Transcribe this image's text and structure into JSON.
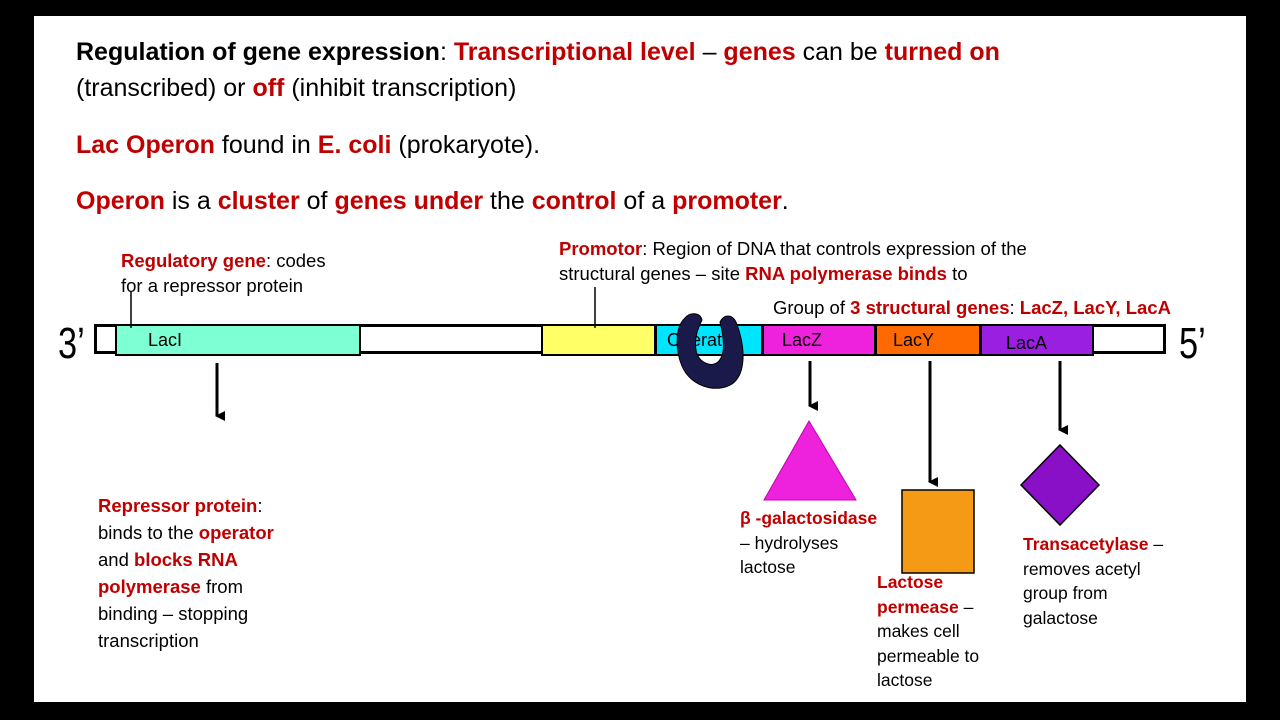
{
  "heading": {
    "line1_a": "Regulation of gene expression",
    "line1_b": ": ",
    "line1_c": "Transcriptional level",
    "line1_d": " – ",
    "line1_e": "genes",
    "line1_f": " can be ",
    "line1_g": "turned on",
    "line2_a": "(transcribed) or ",
    "line2_b": "off",
    "line2_c": " (inhibit transcription)"
  },
  "lac_line": {
    "a": "Lac Operon",
    "b": " found in ",
    "c": "E. coli",
    "d": " (prokaryote)."
  },
  "operon_line": {
    "a": "Operon",
    "b": " is a ",
    "c": "cluster",
    "d": " of ",
    "e": "genes under",
    "f": " the ",
    "g": "control",
    "h": " of a ",
    "i": "promoter",
    "j": "."
  },
  "regulatory": {
    "title": "Regulatory gene",
    "rest1": ": codes",
    "line2": "for a repressor protein"
  },
  "promotor": {
    "title": "Promotor",
    "rest1": ": Region of DNA that controls expression of the",
    "line2_a": "structural genes – site ",
    "line2_b": "RNA polymerase binds",
    "line2_c": " to"
  },
  "structural": {
    "a": "Group of ",
    "b": "3 structural genes",
    "c": ": ",
    "d": "LacZ, LacY,  LacA"
  },
  "dna": {
    "left_end": "3’",
    "right_end": "5’",
    "segments": {
      "laci": "LacI",
      "operator": "Operator",
      "lacz": "LacZ",
      "lacy": "LacY",
      "laca": "LacA"
    }
  },
  "repressor": {
    "title": "Repressor protein",
    "t1": ":",
    "l2_a": "binds to the ",
    "l2_b": "operator",
    "l3_a": "and ",
    "l3_b": "blocks RNA",
    "l4_a": "polymerase",
    "l4_b": " from",
    "l5": "binding – stopping",
    "l6": "transcription"
  },
  "galactosidase": {
    "title": "β -galactosidase",
    "l2": "– hydrolyses",
    "l3": "lactose"
  },
  "permease": {
    "title1": "Lactose",
    "title2": "permease",
    "dash": " –",
    "l3": "makes cell",
    "l4": "permeable to",
    "l5": "lactose"
  },
  "transacetylase": {
    "title": "Transacetylase",
    "dash": " –",
    "l2": "removes acetyl",
    "l3": "group from",
    "l4": "galactose"
  },
  "colors": {
    "accent_red": "#c00000",
    "laci": "#7fffd4",
    "promoter": "#ffff66",
    "operator": "#00e5ff",
    "lacz": "#ee22dd",
    "lacy": "#ff6a00",
    "laca": "#9a1fe0",
    "repressor": "#1a1a4a",
    "triangle": "#ee22dd",
    "square": "#f59a14",
    "diamond": "#8a10c8"
  }
}
